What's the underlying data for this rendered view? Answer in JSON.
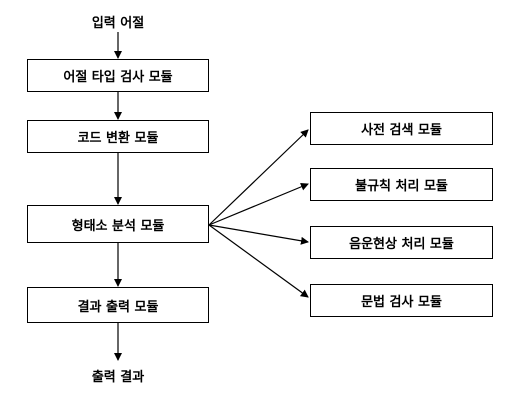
{
  "input_label": "입력 어절",
  "output_label": "출력 결과",
  "left_modules": {
    "type_check": "어절 타입 검사 모듈",
    "code_convert": "코드 변환 모듈",
    "morph_analysis": "형태소 분석 모듈",
    "result_output": "결과 출력 모듈"
  },
  "right_modules": {
    "dictionary_search": "사전 검색 모듈",
    "irregular": "불규칙 처리 모듈",
    "phonology": "음운현상 처리 모듈",
    "grammar_check": "문법 검사 모듈"
  }
}
